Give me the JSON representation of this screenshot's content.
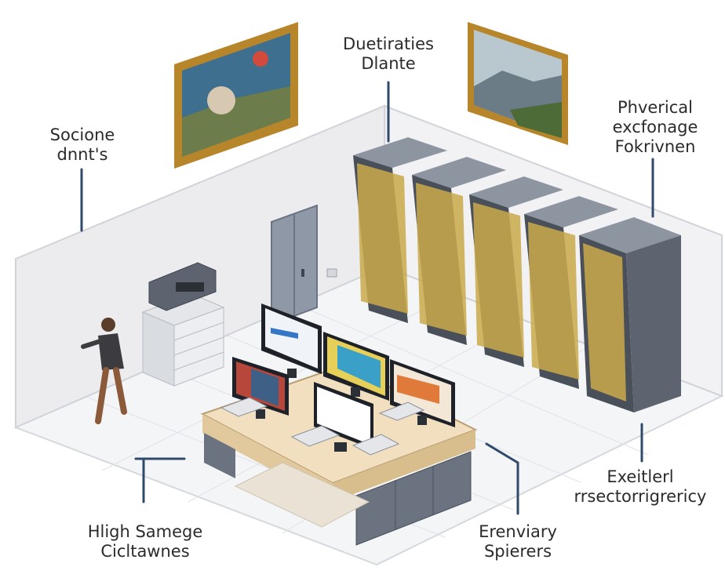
{
  "callouts": {
    "top_left": {
      "line1": "Socione",
      "line2": "dnnt's"
    },
    "top_center": {
      "line1": "Duetiraties",
      "line2": "Dlante"
    },
    "top_right": {
      "line1": "Phverical",
      "line2": "excfonage",
      "line3": "Fokrivnen"
    },
    "right": {
      "line1": "Exeitlerl",
      "line2": "rrsectorrigrericy"
    },
    "bottom_left": {
      "line1": "Hligh Samege",
      "line2": "Cicltawnes"
    },
    "bottom_center": {
      "line1": "Erenviary",
      "line2": "Spierers"
    }
  },
  "colors": {
    "wall": "#ececef",
    "floor": "#f4f5f7",
    "cabinet": "#5d6470",
    "cabinet_top": "#8d95a1",
    "desk_top": "#f1dfc0",
    "frame": "#b8862a",
    "leader": "#2f4a6b"
  }
}
